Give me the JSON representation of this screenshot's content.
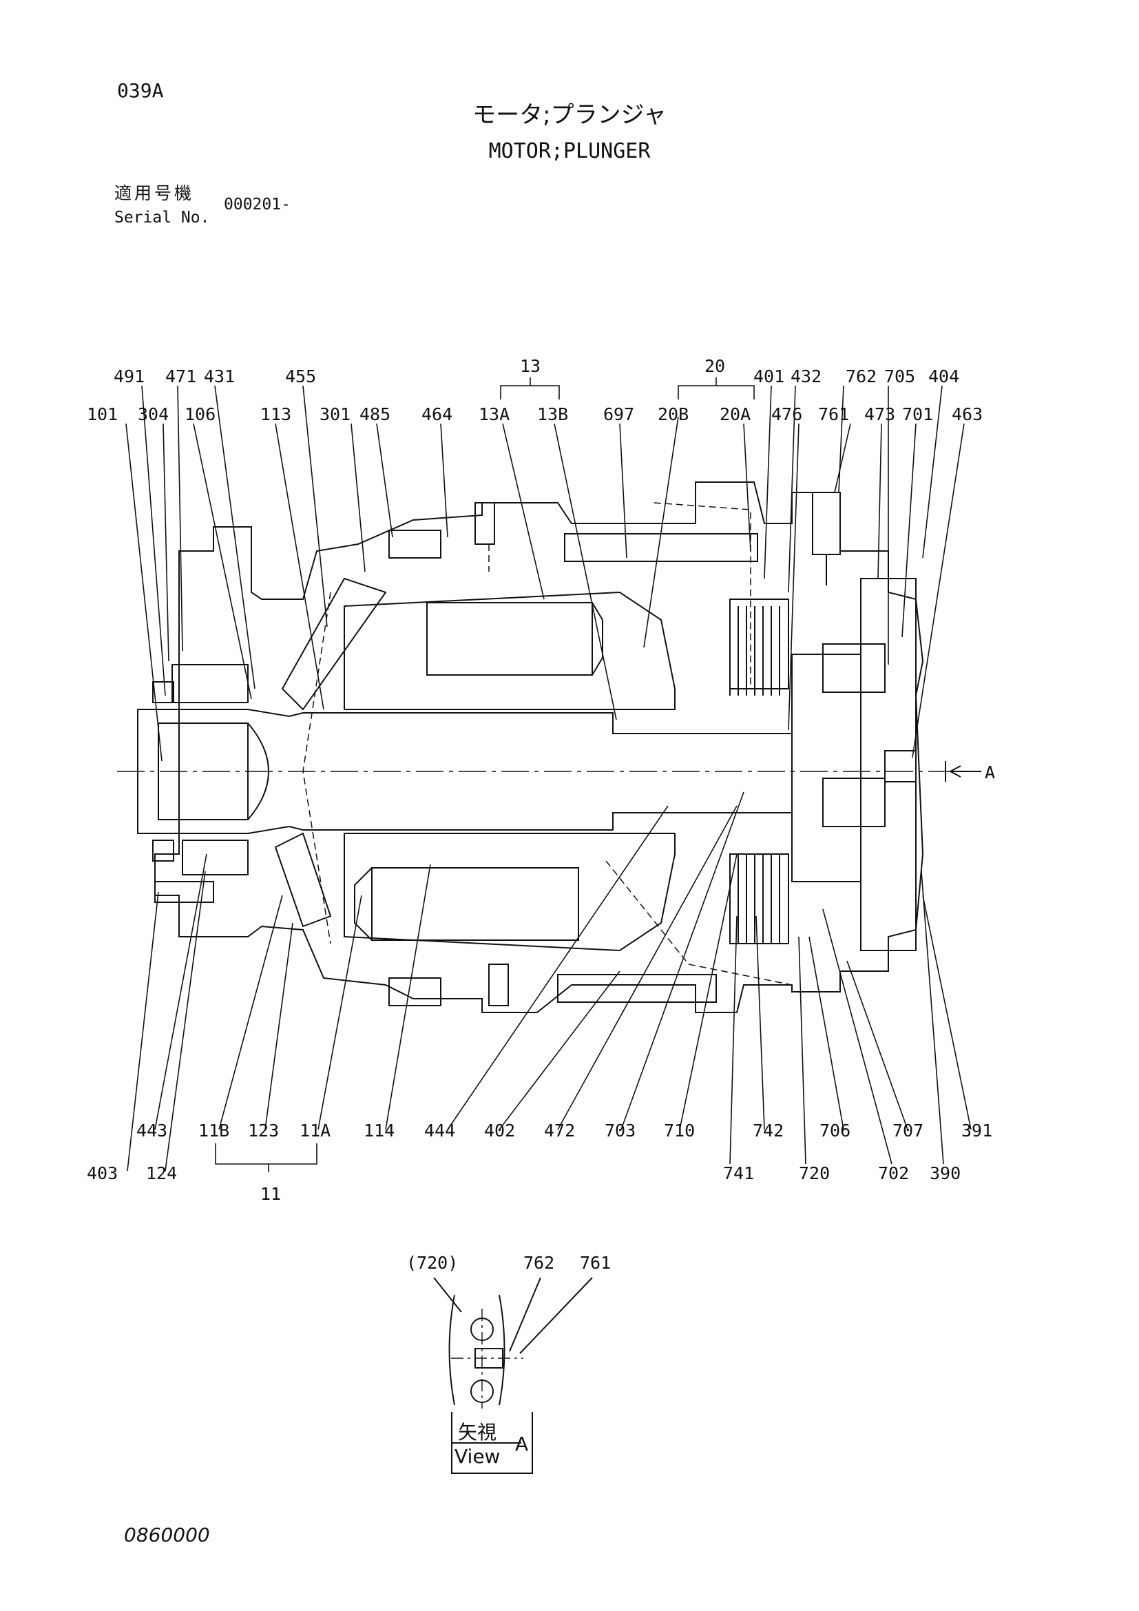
{
  "header": {
    "page_id": "039A",
    "title_jp": "モータ;プランジャ",
    "title_en": "MOTOR;PLUNGER",
    "serial_label_jp": "適用号機",
    "serial_label_en": "Serial No.",
    "serial_value": "000201-"
  },
  "callouts": {
    "top_row1": [
      "491",
      "471",
      "431",
      "455",
      "401",
      "432",
      "762",
      "705",
      "404"
    ],
    "top_group_13": "13",
    "top_group_20": "20",
    "top_row2": [
      "101",
      "304",
      "106",
      "113",
      "301",
      "485",
      "464",
      "13A",
      "13B",
      "697",
      "20B",
      "20A",
      "476",
      "761",
      "473",
      "701",
      "463"
    ],
    "bottom_row1": [
      "443",
      "11B",
      "123",
      "11A",
      "114",
      "444",
      "402",
      "472",
      "703",
      "710",
      "742",
      "706",
      "707",
      "391"
    ],
    "bottom_row2": [
      "403",
      "124",
      "741",
      "720",
      "702",
      "390"
    ],
    "bottom_group_11": "11",
    "section_marker": "A"
  },
  "view_a": {
    "labels": [
      "(720)",
      "762",
      "761"
    ],
    "caption_jp": "矢視",
    "caption_en": "View",
    "caption_letter": "A"
  },
  "footer": {
    "code": "0860000"
  }
}
